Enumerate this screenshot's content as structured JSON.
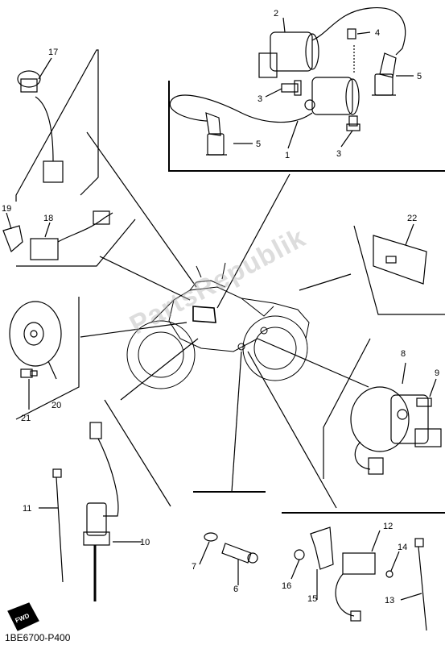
{
  "callouts": {
    "c1": "1",
    "c2": "2",
    "c3a": "3",
    "c3b": "3",
    "c4": "4",
    "c5a": "5",
    "c5b": "5",
    "c6": "6",
    "c7": "7",
    "c8": "8",
    "c9": "9",
    "c10": "10",
    "c11": "11",
    "c12": "12",
    "c13": "13",
    "c14": "14",
    "c15": "15",
    "c16": "16",
    "c17": "17",
    "c18": "18",
    "c19": "19",
    "c20": "20",
    "c21": "21",
    "c22": "22"
  },
  "fwd_label": "FWD",
  "footer_code": "1BE6700-P400",
  "watermark": "PartsRepublik"
}
